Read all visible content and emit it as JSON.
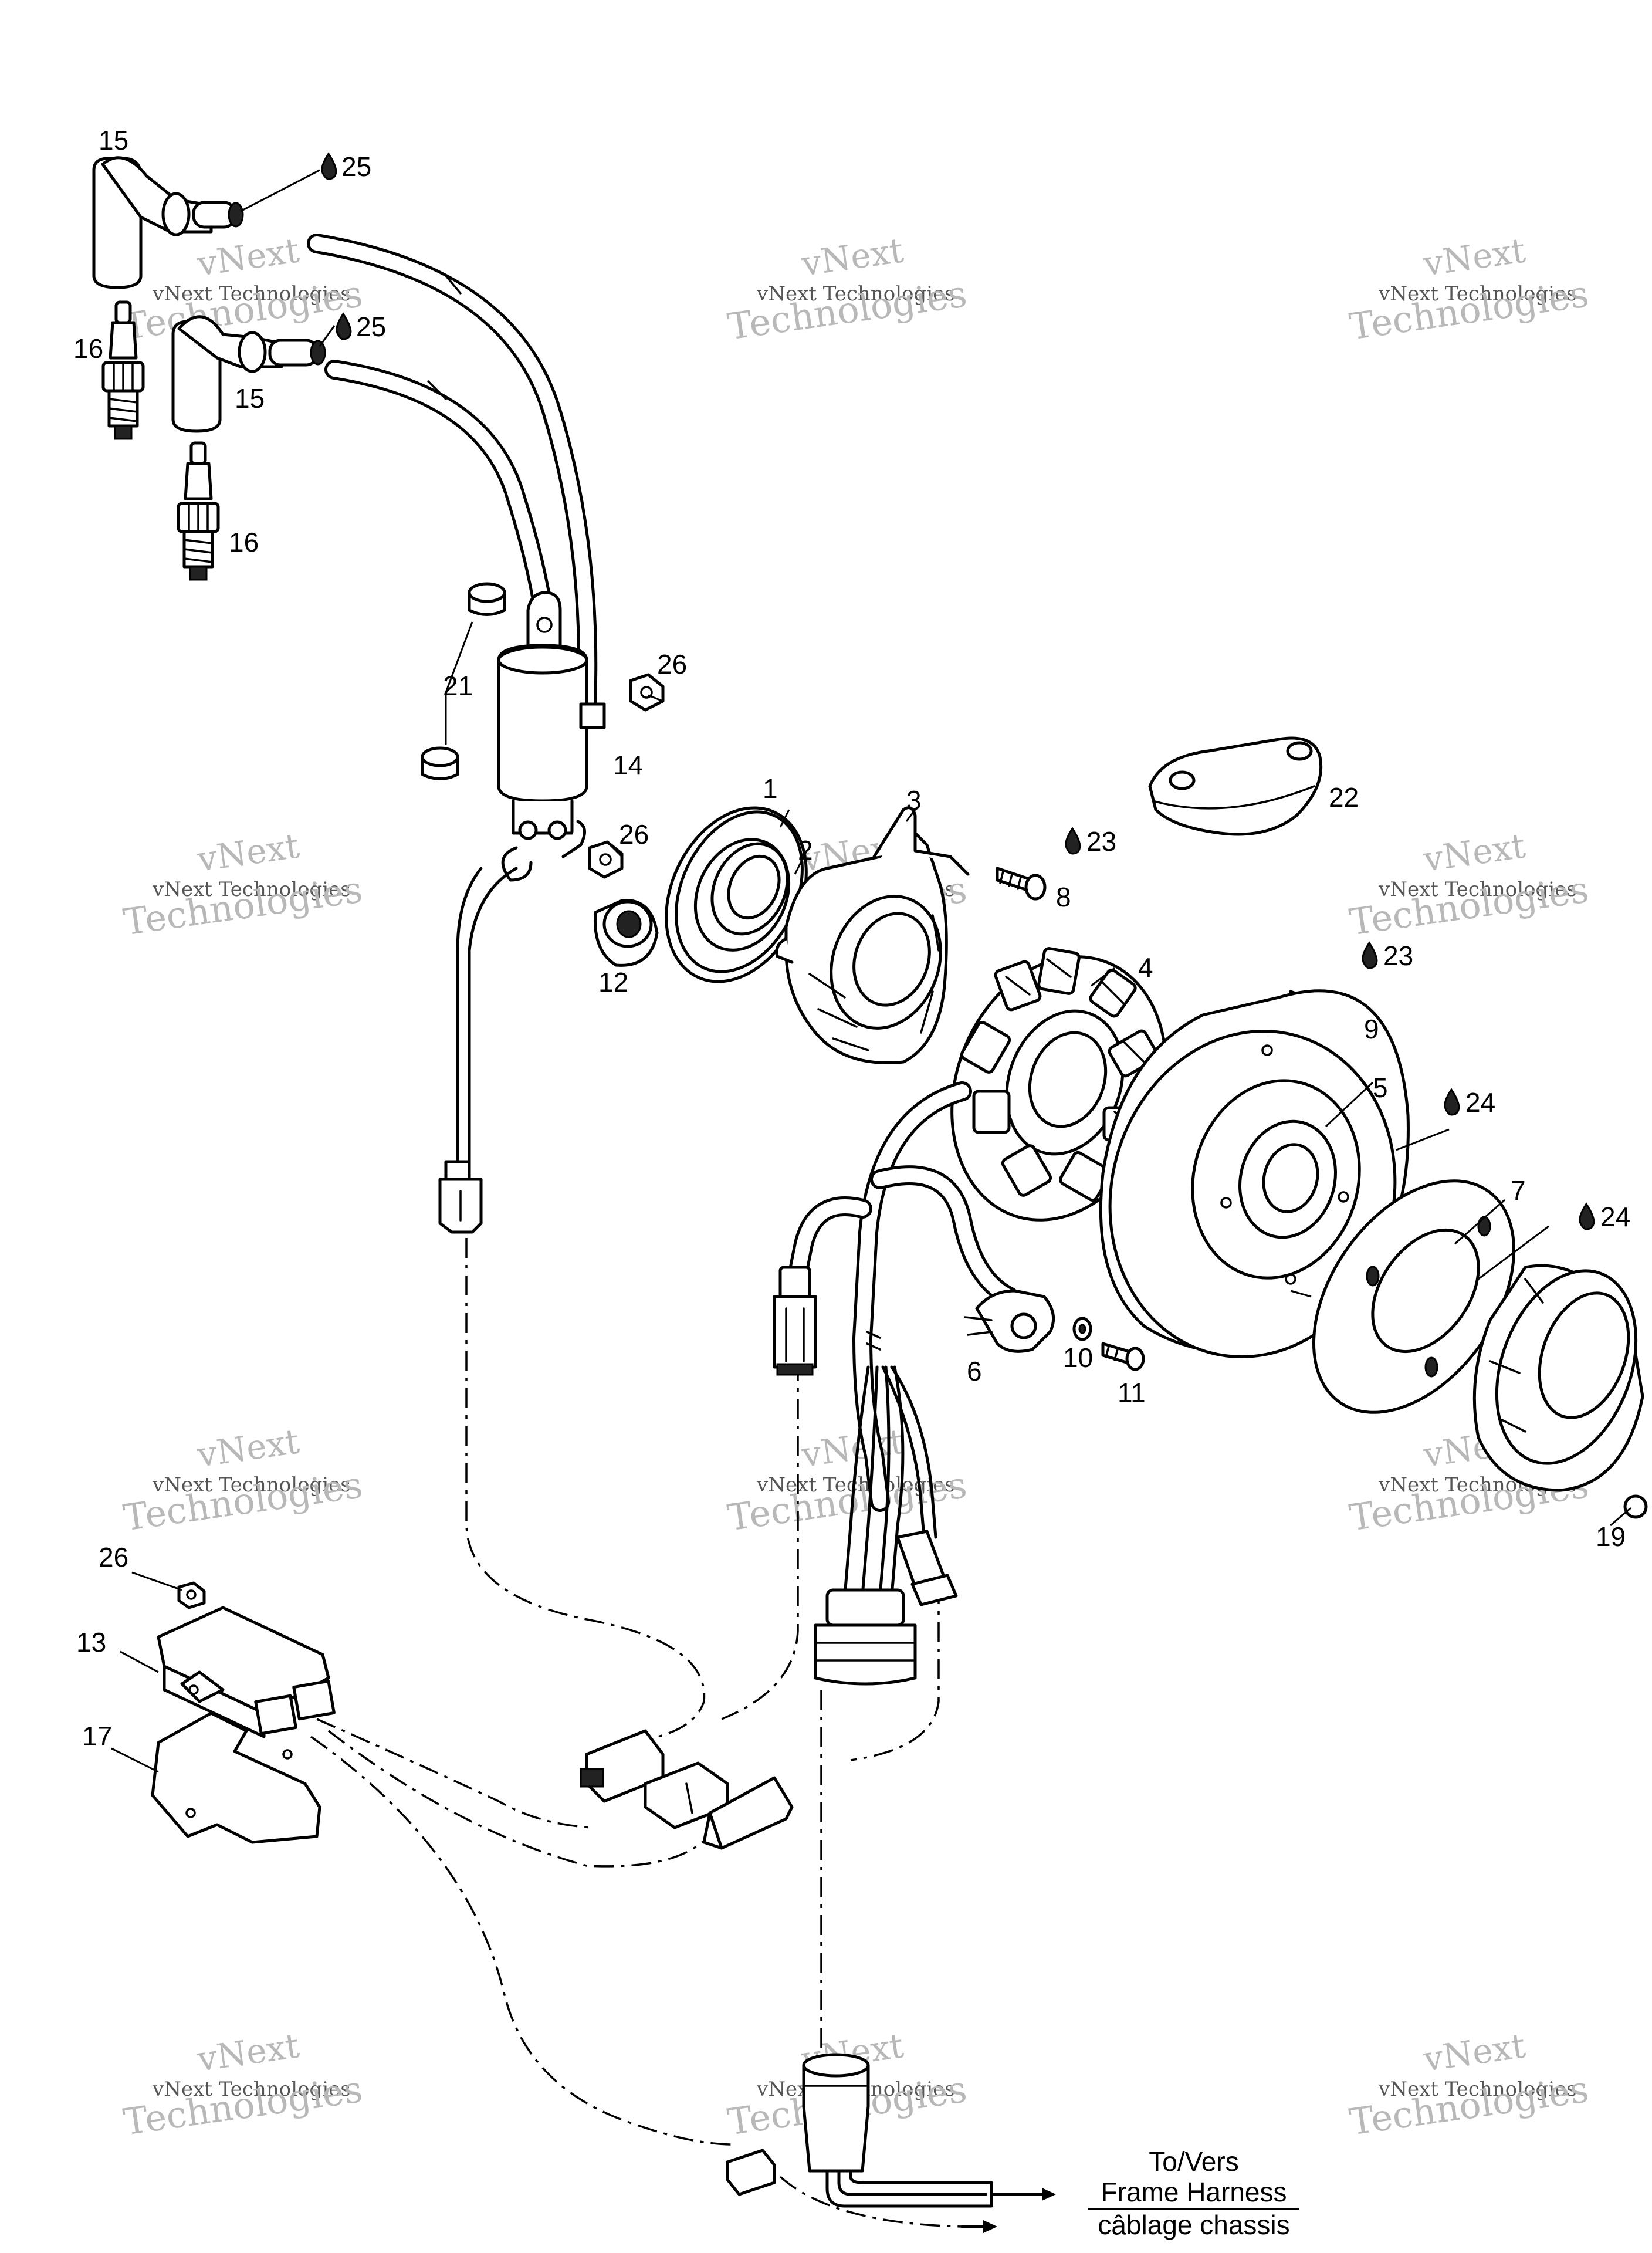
{
  "diagram": {
    "callouts": [
      "1",
      "2",
      "3",
      "4",
      "5",
      "6",
      "7",
      "8",
      "9",
      "10",
      "11",
      "12",
      "13",
      "14",
      "15",
      "15",
      "16",
      "16",
      "17",
      "19",
      "21",
      "22",
      "23",
      "23",
      "24",
      "24",
      "25",
      "25",
      "26",
      "26",
      "26"
    ],
    "caption": {
      "line1": "To/Vers",
      "line2": "Frame Harness",
      "line3": "câblage chassis"
    },
    "watermark": {
      "line1": "vNext",
      "line2": "vNext Technologies",
      "line3": "Technologies"
    },
    "lubricant_symbol": "drop-icon"
  }
}
